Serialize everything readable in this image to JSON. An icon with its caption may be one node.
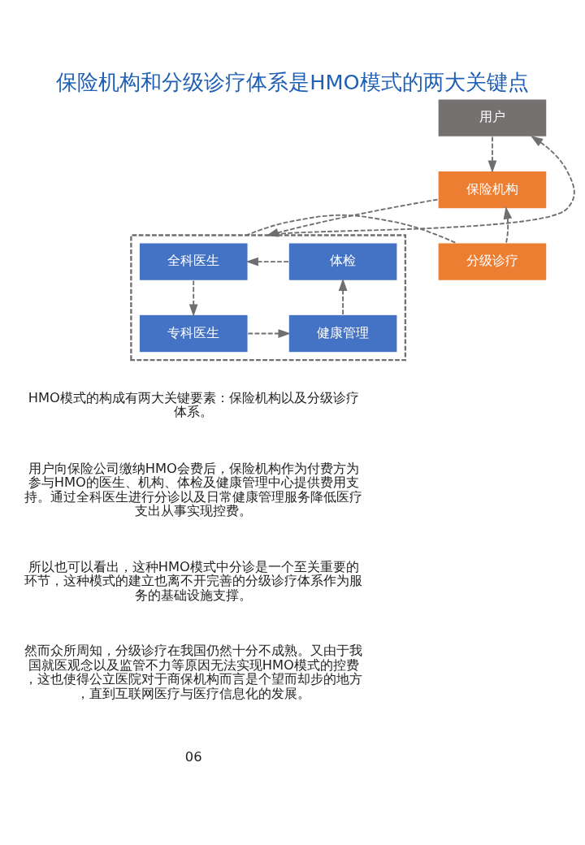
{
  "diagram": {
    "title": "保险机构和分级诊疗体系是HMO模式的两大关键点",
    "nodes": [
      {
        "text": [
          "用户"
        ]
      },
      {
        "text": [
          "保险机构"
        ]
      },
      {
        "text": [],
        "shape": "box"
      },
      {
        "text": [
          "全科医生"
        ],
        "in": 2
      },
      {
        "text": [
          "体检"
        ],
        "in": 2
      },
      {
        "text": [
          "专科医生"
        ],
        "in": 2
      },
      {
        "text": [
          "健康管理"
        ],
        "in": 2
      },
      {
        "text": [
          "分级诊疗"
        ]
      }
    ],
    "edges": [
      {
        "from": 0,
        "to": 1,
        "arrow": "to",
        "style": "dashed"
      },
      {
        "from": 1,
        "to": 2,
        "arrow": "to",
        "style": "dashed"
      },
      {
        "from": 7,
        "to": 1,
        "arrow": "to",
        "style": "dashed"
      },
      {
        "from": 7,
        "to": 2,
        "arrow": "none",
        "style": "dashed"
      },
      {
        "from": 2,
        "to": 0,
        "arrow": "to",
        "style": "dashed"
      },
      {
        "from": 4,
        "to": 3,
        "arrow": "to",
        "style": "dashed"
      },
      {
        "from": 3,
        "to": 5,
        "arrow": "to",
        "style": "dashed"
      },
      {
        "from": 5,
        "to": 6,
        "arrow": "to",
        "style": "dashed"
      },
      {
        "from": 6,
        "to": 4,
        "arrow": "to",
        "style": "dashed"
      }
    ],
    "labels": [
      "HMO模式的构成有两大关键要素：保险机构以及分级诊疗体系。",
      "用户向保险公司缴纳HMO会费后，保险机构作为付费方为参与HMO的医生、机构、体检及健康管理中心提供费用支持。通过全科医生进行分诊以及日常健康管理服务降低医疗支出从事实现控费。",
      "所以也可以看出，这种HMO模式中分诊是一个至关重要的环节，这种模式的建立也离不开完善的分级诊疗体系作为服务的基础设施支撑。",
      "然而众所周知，分级诊疗在我国仍然十分不成熟。又由于我国就医观念以及监管不力等原因无法实现HMO模式的控费，这也使得公立医院对于商保机构而言是个望而却步的地方，直到互联网医疗与医疗信息化的发展。",
      "06"
    ]
  }
}
